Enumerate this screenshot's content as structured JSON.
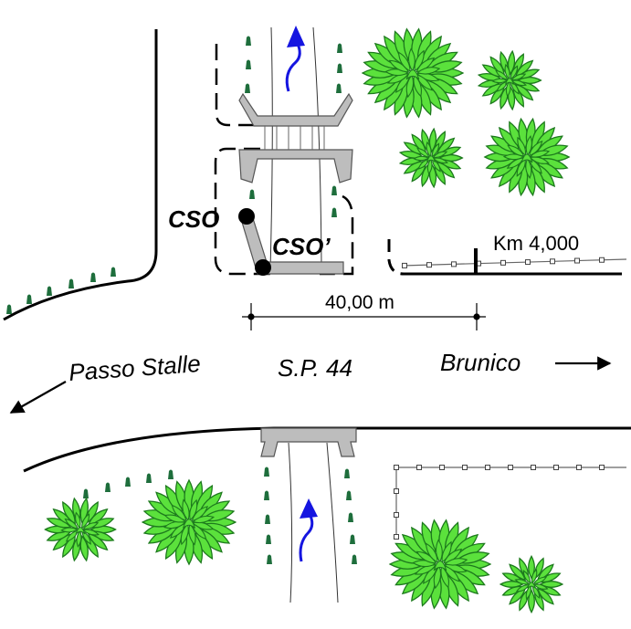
{
  "labels": {
    "cso": "CSO",
    "cso_prime": "CSO’",
    "km": "Km 4,000",
    "distance": "40,00 m",
    "road": "S.P. 44",
    "west": "Passo Stalle",
    "east": "Brunico"
  },
  "colors": {
    "tree_fill": "#5be13c",
    "tree_stroke": "#1d7a1d",
    "bank_marker": "#1e6e3c",
    "flow_arrow": "#1515e0",
    "bridge": "#bdbdbd",
    "line": "#000000"
  },
  "icons": {
    "tree": "shrub-icon",
    "bank": "bank-marker-icon",
    "flow": "flow-arrow-icon",
    "direction": "direction-arrow-icon"
  }
}
